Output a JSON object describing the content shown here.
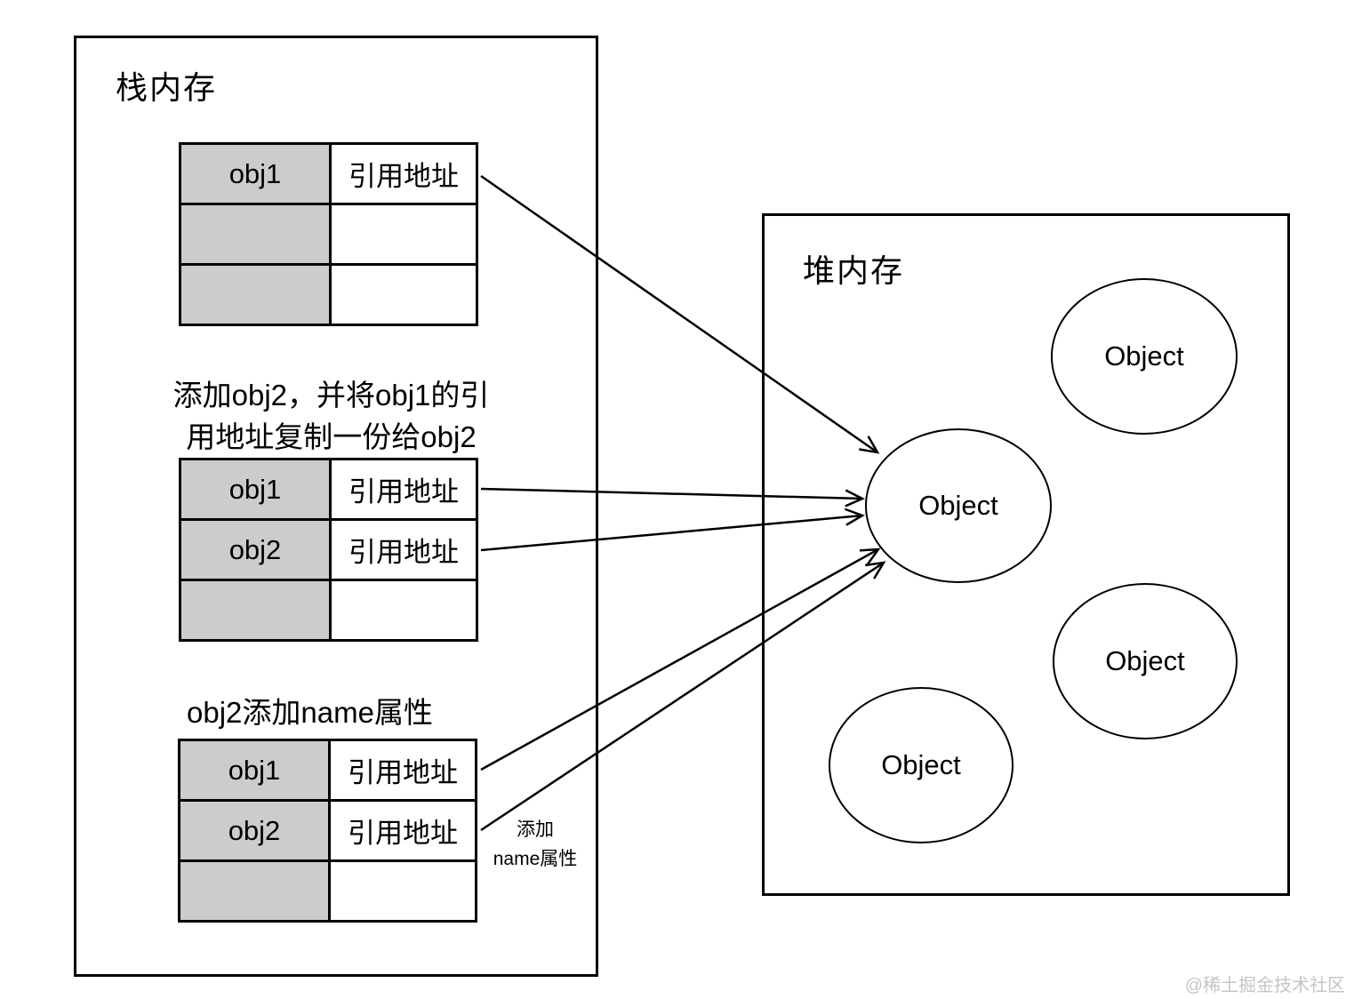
{
  "stack": {
    "title": "栈内存",
    "tables": [
      {
        "rows": [
          [
            "obj1",
            "引用地址"
          ],
          [
            "",
            ""
          ],
          [
            "",
            ""
          ]
        ]
      },
      {
        "caption_line1": "添加obj2，并将obj1的引",
        "caption_line2": "用地址复制一份给obj2",
        "rows": [
          [
            "obj1",
            "引用地址"
          ],
          [
            "obj2",
            "引用地址"
          ],
          [
            "",
            ""
          ]
        ]
      },
      {
        "caption": "obj2添加name属性",
        "rows": [
          [
            "obj1",
            "引用地址"
          ],
          [
            "obj2",
            "引用地址"
          ],
          [
            "",
            ""
          ]
        ]
      }
    ],
    "annotation_line1": "添加",
    "annotation_line2": "name属性"
  },
  "heap": {
    "title": "堆内存",
    "objects": [
      "Object",
      "Object",
      "Object",
      "Object"
    ]
  },
  "watermark": "@稀土掘金技术社区",
  "colors": {
    "cell_gray": "#cccccc",
    "line": "#000000",
    "watermark": "#c5c5c5"
  }
}
